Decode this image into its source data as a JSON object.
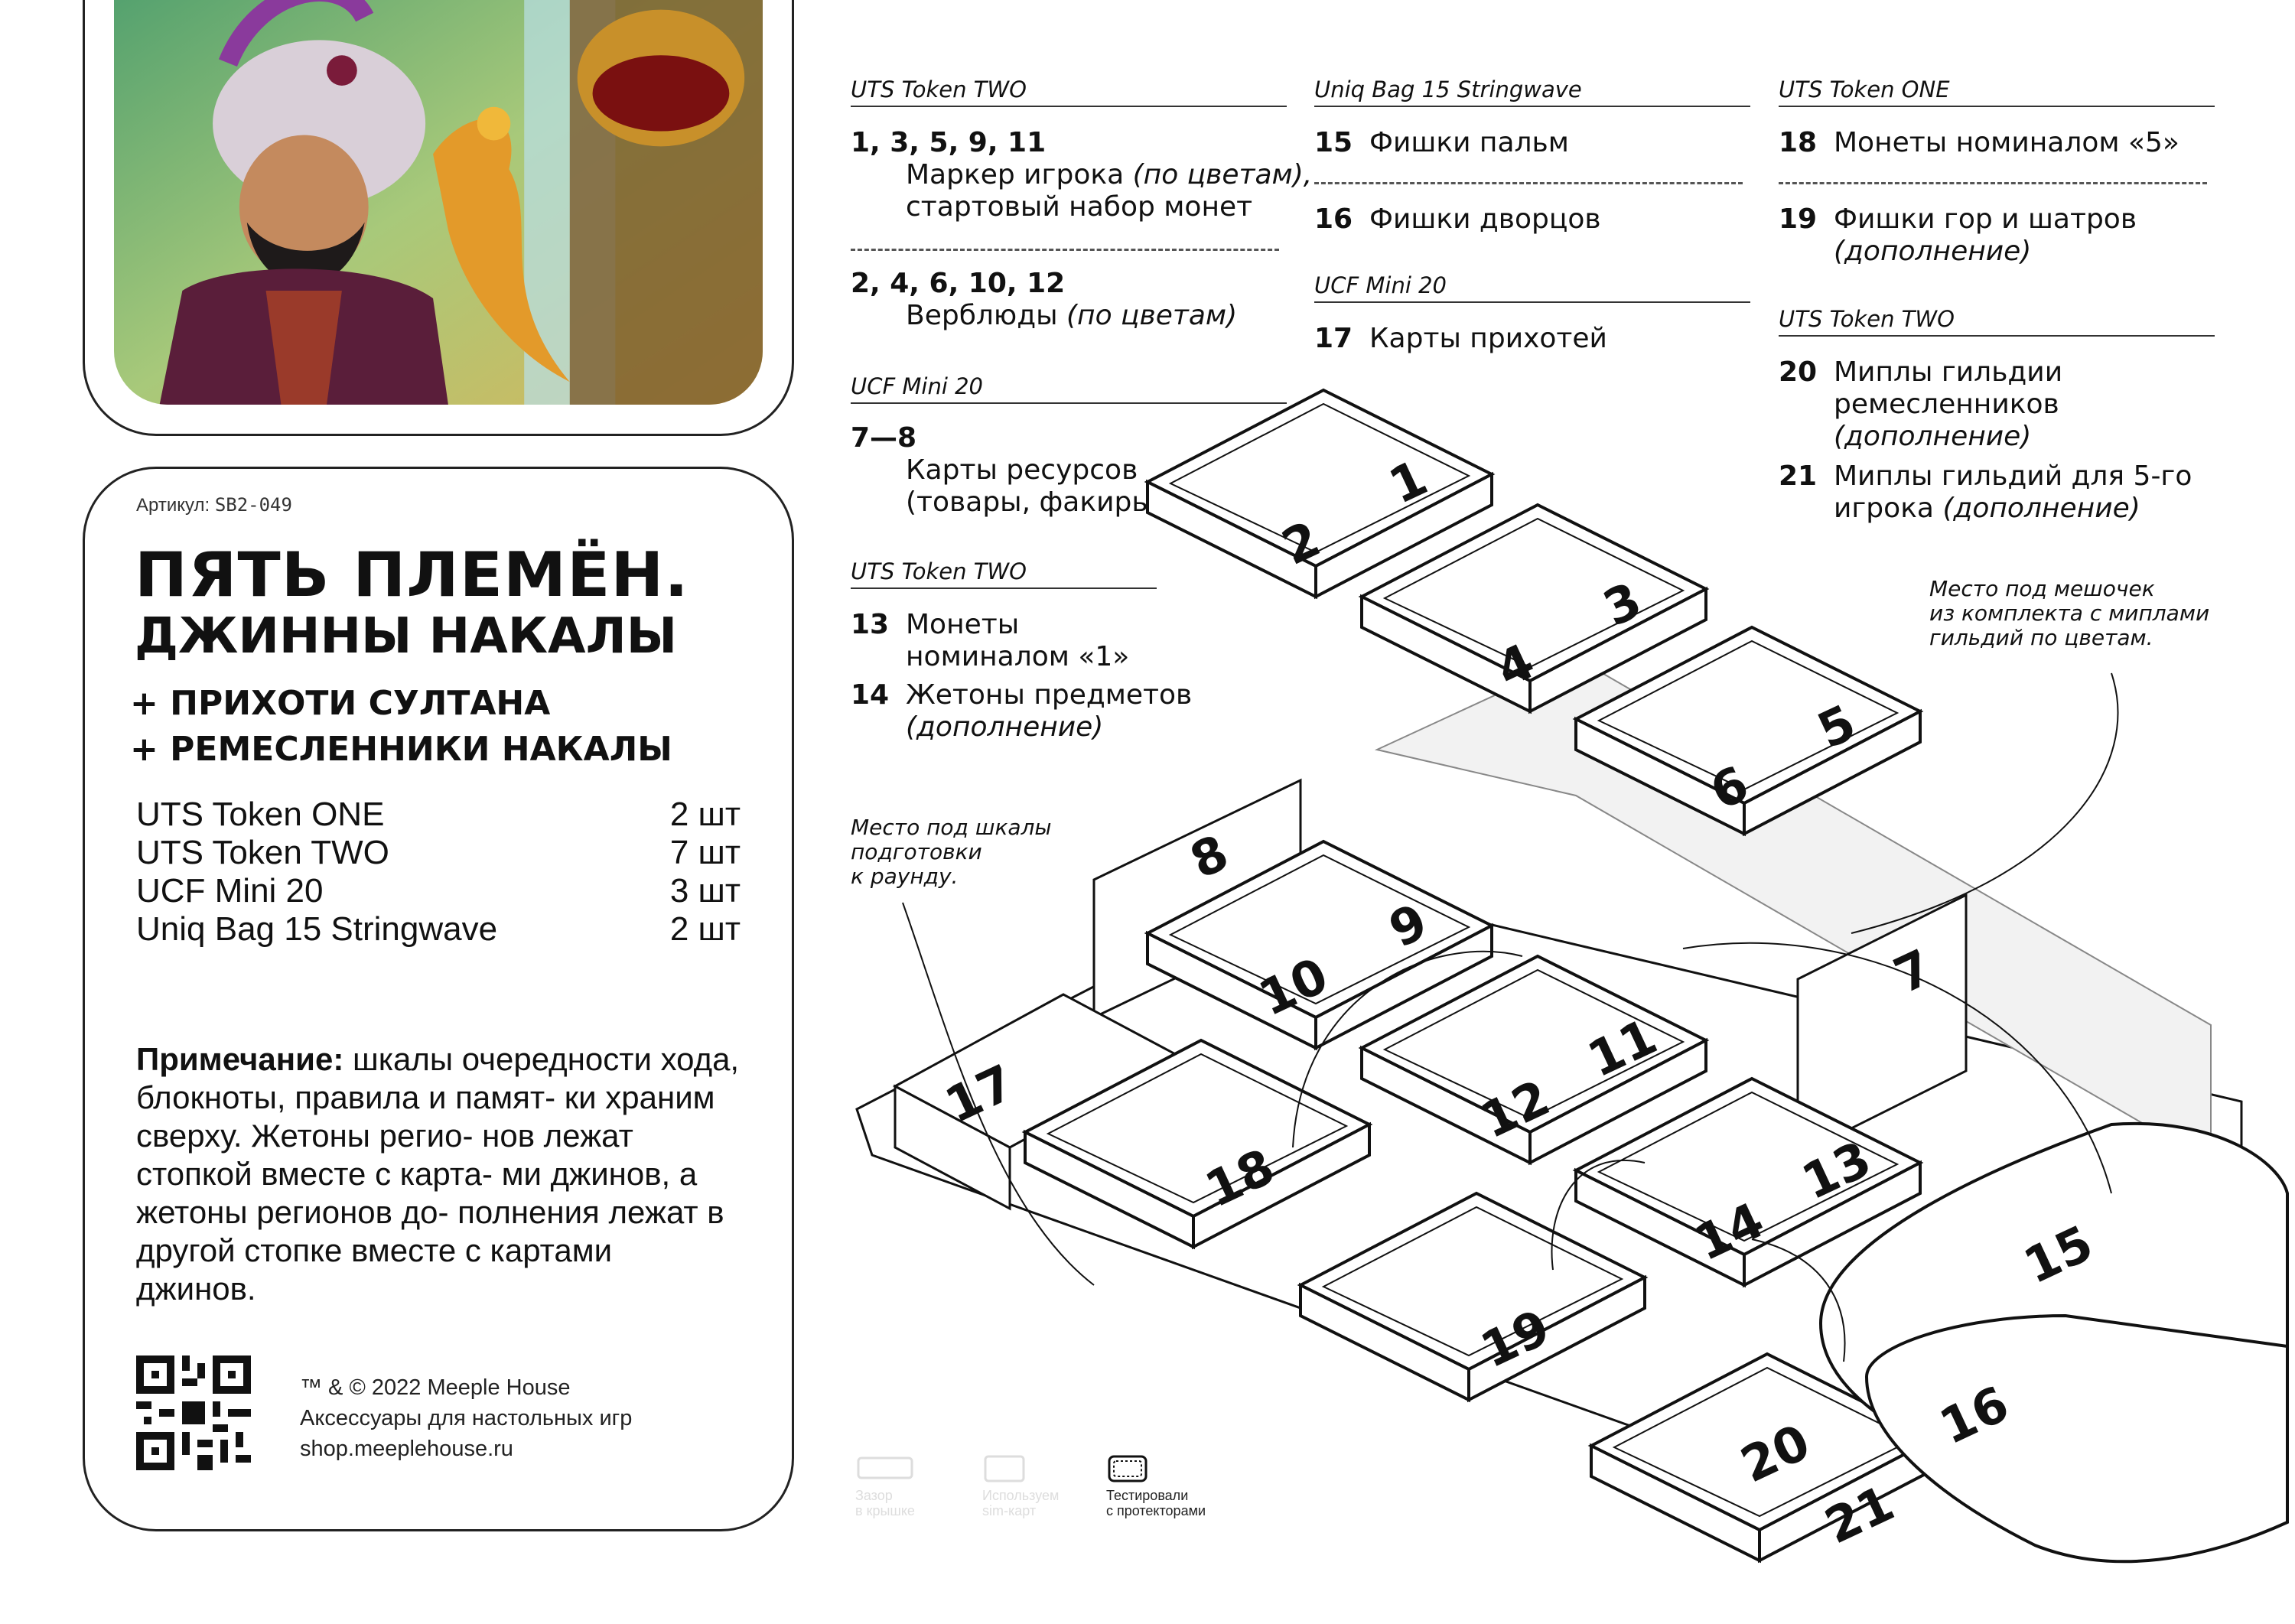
{
  "info": {
    "article_label": "Артикул:",
    "article_code": "SB2-049",
    "title_line1": "ПЯТЬ ПЛЕМЁН.",
    "title_line2": "ДЖИННЫ НАКАЛЫ",
    "addon1": "+ ПРИХОТИ СУЛТАНА",
    "addon2": "+ РЕМЕСЛЕННИКИ НАКАЛЫ",
    "items": [
      {
        "name": "UTS Token ONE",
        "qty": "2 шт"
      },
      {
        "name": "UTS Token TWO",
        "qty": "7 шт"
      },
      {
        "name": "UCF Mini 20",
        "qty": "3 шт"
      },
      {
        "name": "Uniq Bag 15 Stringwave",
        "qty": "2 шт"
      }
    ],
    "note_label": "Примечание:",
    "note_text": " шкалы очередности хода, блокноты, правила и памят- ки храним сверху. Жетоны регио- нов лежат стопкой вместе с карта- ми джинов, а жетоны регионов до- полнения лежат в другой стопке вместе с картами джинов.",
    "footer": {
      "line1": "™ & © 2022 Meeple House",
      "line2": "Аксессуары для настольных игр",
      "line3": "shop.meeplehouse.ru"
    }
  },
  "legend": {
    "col1": {
      "h1": "UTS Token TWO",
      "g1_nums": "1, 3, 5, 9, 11",
      "g1_text_a": "Маркер игрока ",
      "g1_text_a_it": "(по цветам),",
      "g1_text_b": "стартовый набор монет",
      "g2_nums": "2, 4, 6, 10, 12",
      "g2_text": "Верблюды ",
      "g2_text_it": "(по цветам)",
      "h2": "UCF Mini 20",
      "g3_nums": "7—8",
      "g3_text_a": "Карты ресурсов",
      "g3_text_b": "(товары, факиры)",
      "h3": "UTS Token TWO",
      "g4_num": "13",
      "g4_text_a": "Монеты",
      "g4_text_b": "номиналом «1»",
      "g5_num": "14",
      "g5_text_a": "Жетоны предметов",
      "g5_text_b": "(дополнение)"
    },
    "col2": {
      "h1": "Uniq Bag 15 Stringwave",
      "g1_num": "15",
      "g1_text": "Фишки пальм",
      "g2_num": "16",
      "g2_text": "Фишки дворцов",
      "h2": "UCF Mini 20",
      "g3_num": "17",
      "g3_text": "Карты прихотей"
    },
    "col3": {
      "h1": "UTS Token ONE",
      "g1_num": "18",
      "g1_text": "Монеты номиналом «5»",
      "g2_num": "19",
      "g2_text_a": "Фишки гор и шатров",
      "g2_text_b": "(дополнение)",
      "h2": "UTS Token TWO",
      "g3_num": "20",
      "g3_text_a": "Миплы гильдии",
      "g3_text_b": "ремесленников",
      "g3_text_c": "(дополнение)",
      "g4_num": "21",
      "g4_text_a": "Миплы гильдий для 5-го",
      "g4_text_b": "игрока ",
      "g4_text_b_it": "(дополнение)"
    }
  },
  "callouts": {
    "bag_line1": "Место под мешочек",
    "bag_line2": "из комплекта с миплами",
    "bag_line3": "гильдий по цветам.",
    "scale_line1": "Место под шкалы",
    "scale_line2": "подготовки",
    "scale_line3": "к раунду."
  },
  "icons": {
    "i1_line1": "Зазор",
    "i1_line2": "в крышке",
    "i2_line1": "Используем",
    "i2_line2": "sim-карт",
    "i3_line1": "Тестировали",
    "i3_line2": "с протекторами"
  },
  "diagram_labels": [
    "1",
    "2",
    "3",
    "4",
    "5",
    "6",
    "7",
    "8",
    "9",
    "10",
    "11",
    "12",
    "13",
    "14",
    "15",
    "16",
    "17",
    "18",
    "19",
    "20",
    "21"
  ]
}
